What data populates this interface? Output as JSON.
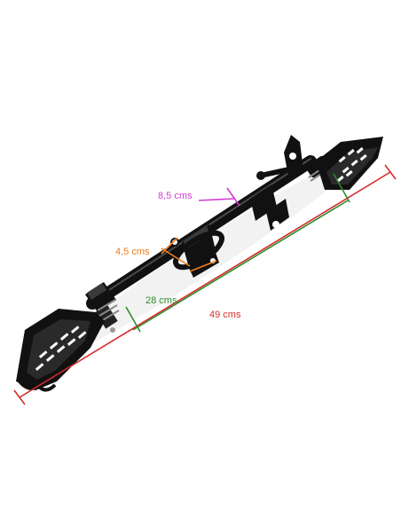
{
  "product": {
    "subject": "motorcycle footpeg bar"
  },
  "dimensions": [
    {
      "id": "overall",
      "label": "49 cms",
      "color": "#d62b2b"
    },
    {
      "id": "bar",
      "label": "28 cms",
      "color": "#2f8a2f"
    },
    {
      "id": "mount-width",
      "label": "8,5 cms",
      "color": "#d23ad2"
    },
    {
      "id": "bracket",
      "label": "4,5 cms",
      "color": "#f07d1e"
    }
  ],
  "colors": {
    "background": "#ffffff",
    "metal": "#111111",
    "highlight": "#4a4a4a"
  }
}
